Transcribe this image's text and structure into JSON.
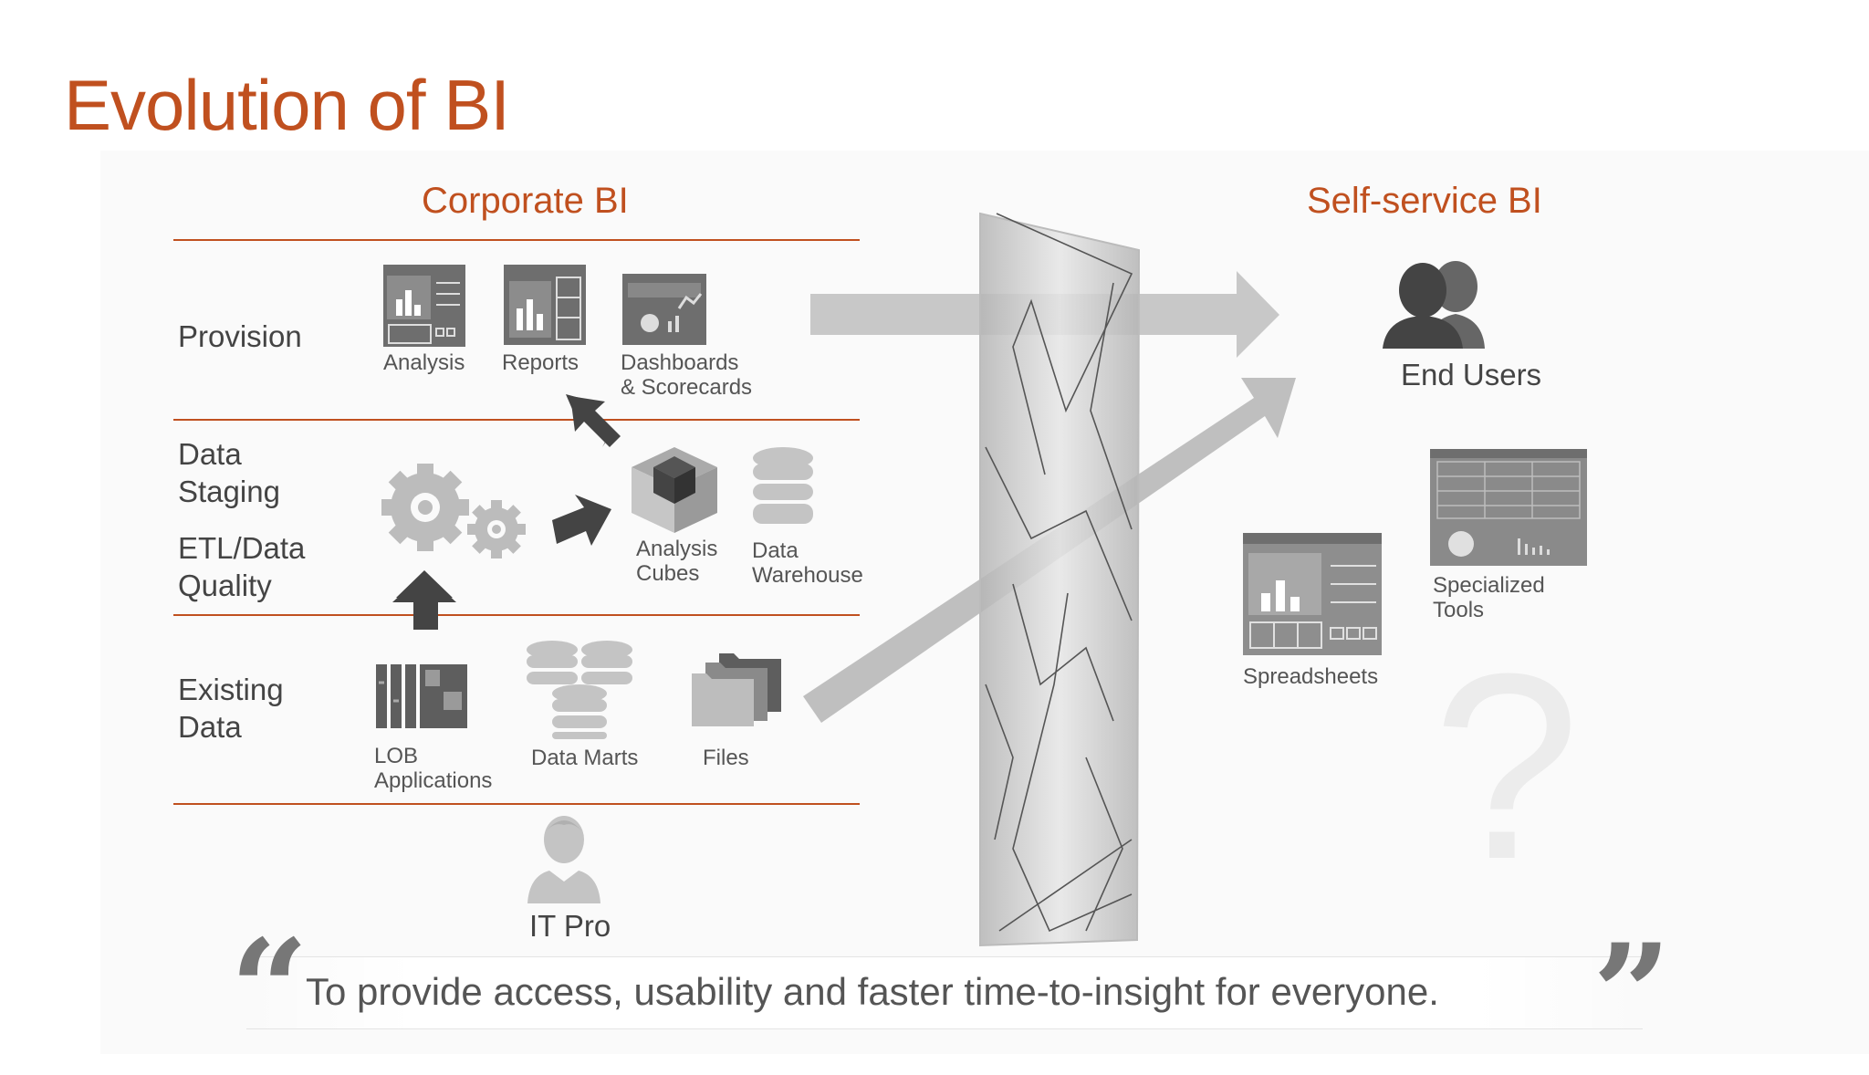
{
  "slide": {
    "title": "Evolution of BI"
  },
  "corporate": {
    "heading": "Corporate BI",
    "rows": {
      "provision": "Provision",
      "data_staging": [
        "Data",
        "Staging"
      ],
      "etl": [
        "ETL/Data",
        "Quality"
      ],
      "existing": [
        "Existing",
        "Data"
      ]
    },
    "items": {
      "analysis": "Analysis",
      "reports": "Reports",
      "dashboards": [
        "Dashboards",
        "& Scorecards"
      ],
      "analysis_cubes": [
        "Analysis",
        "Cubes"
      ],
      "data_warehouse": [
        "Data",
        "Warehouse"
      ],
      "lob": [
        "LOB",
        "Applications"
      ],
      "data_marts": "Data Marts",
      "files": "Files",
      "it_pro": "IT Pro"
    }
  },
  "selfservice": {
    "heading": "Self-service BI",
    "end_users": "End Users",
    "spreadsheets": "Spreadsheets",
    "specialized_tools": [
      "Specialized",
      "Tools"
    ],
    "question_mark": "?"
  },
  "quote": {
    "text": "To provide access, usability and faster time-to-insight for everyone.",
    "open_mark": "“",
    "close_mark": "”"
  },
  "colors": {
    "accent": "#c0501f",
    "icon_dark": "#555555",
    "icon_mid": "#8a8a8a",
    "arrow_grey": "#bdbdbd"
  }
}
